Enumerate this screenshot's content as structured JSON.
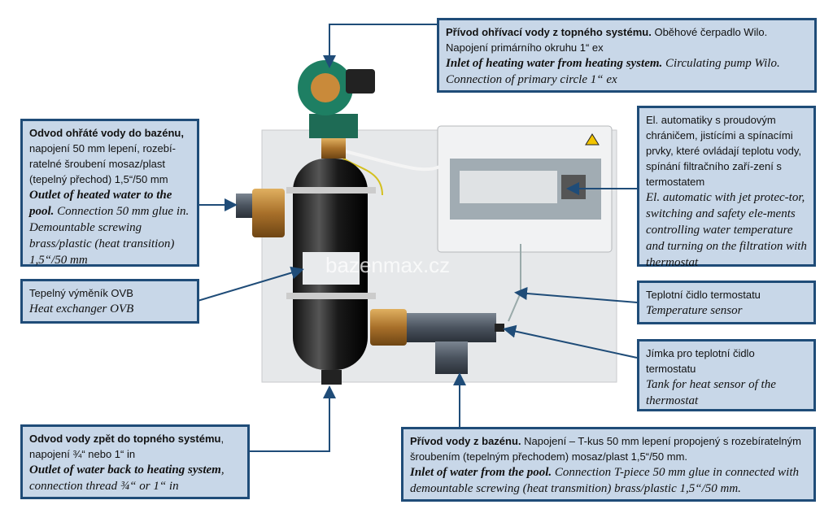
{
  "watermark": "bazenmax.cz",
  "colors": {
    "box_fill": "#c8d7e8",
    "box_border": "#1f4c78",
    "leader": "#1f4c78"
  },
  "callouts": {
    "pump_inlet": {
      "cz_bold": "Přívod ohřívací vody z topného systému.",
      "cz": " Oběhové čerpadlo Wilo. Napojení primárního okruhu 1“ ex",
      "en_bold": "Inlet of heating water from heating system.",
      "en": " Circulating pump Wilo. Connection of primary circle 1“ ex"
    },
    "pool_outlet": {
      "cz_bold": "Odvod ohřáté vody do bazénu,",
      "cz": " napojení 50 mm lepení, rozebí-ratelné šroubení mosaz/plast (tepelný přechod) 1,5“/50 mm",
      "en_bold": "Outlet of heated water to the pool.",
      "en": " Connection 50 mm glue in. Demountable screwing brass/plastic (heat transition) 1,5“/50 mm"
    },
    "electrics": {
      "cz": "El. automatiky s proudovým chráničem, jistícími a spínacími prvky, které ovládají teplotu vody, spínání filtračního zaří-zení s termostatem",
      "en": "El. automatic with jet protec-tor, switching and safety ele-ments controlling water temperature and turning on the filtration with thermostat"
    },
    "exchanger": {
      "cz": "Tepelný výměník OVB",
      "en": "Heat exchanger OVB"
    },
    "sensor": {
      "cz": "Teplotní čidlo termostatu",
      "en": "Temperature sensor"
    },
    "sensor_tank": {
      "cz": "Jímka pro teplotní čidlo termostatu",
      "en": "Tank for heat sensor of the thermostat"
    },
    "pool_inlet": {
      "cz_bold": "Přívod vody z bazénu.",
      "cz": " Napojení – T-kus 50 mm lepení propojený s rozebíratelným šroubením (tepelným přechodem) mosaz/plast 1,5“/50 mm.",
      "en_bold": "Inlet of water from the pool.",
      "en": " Connection T-piece 50 mm glue in connected with demountable screwing (heat transmition) brass/plastic 1,5“/50 mm."
    },
    "return_outlet": {
      "cz_bold": "Odvod vody zpět do topného systému",
      "cz": ", napojení ¾“ nebo 1“ in",
      "en_bold": "Outlet of water back to heating system",
      "en": ", connection thread ¾“ or 1“ in"
    }
  }
}
